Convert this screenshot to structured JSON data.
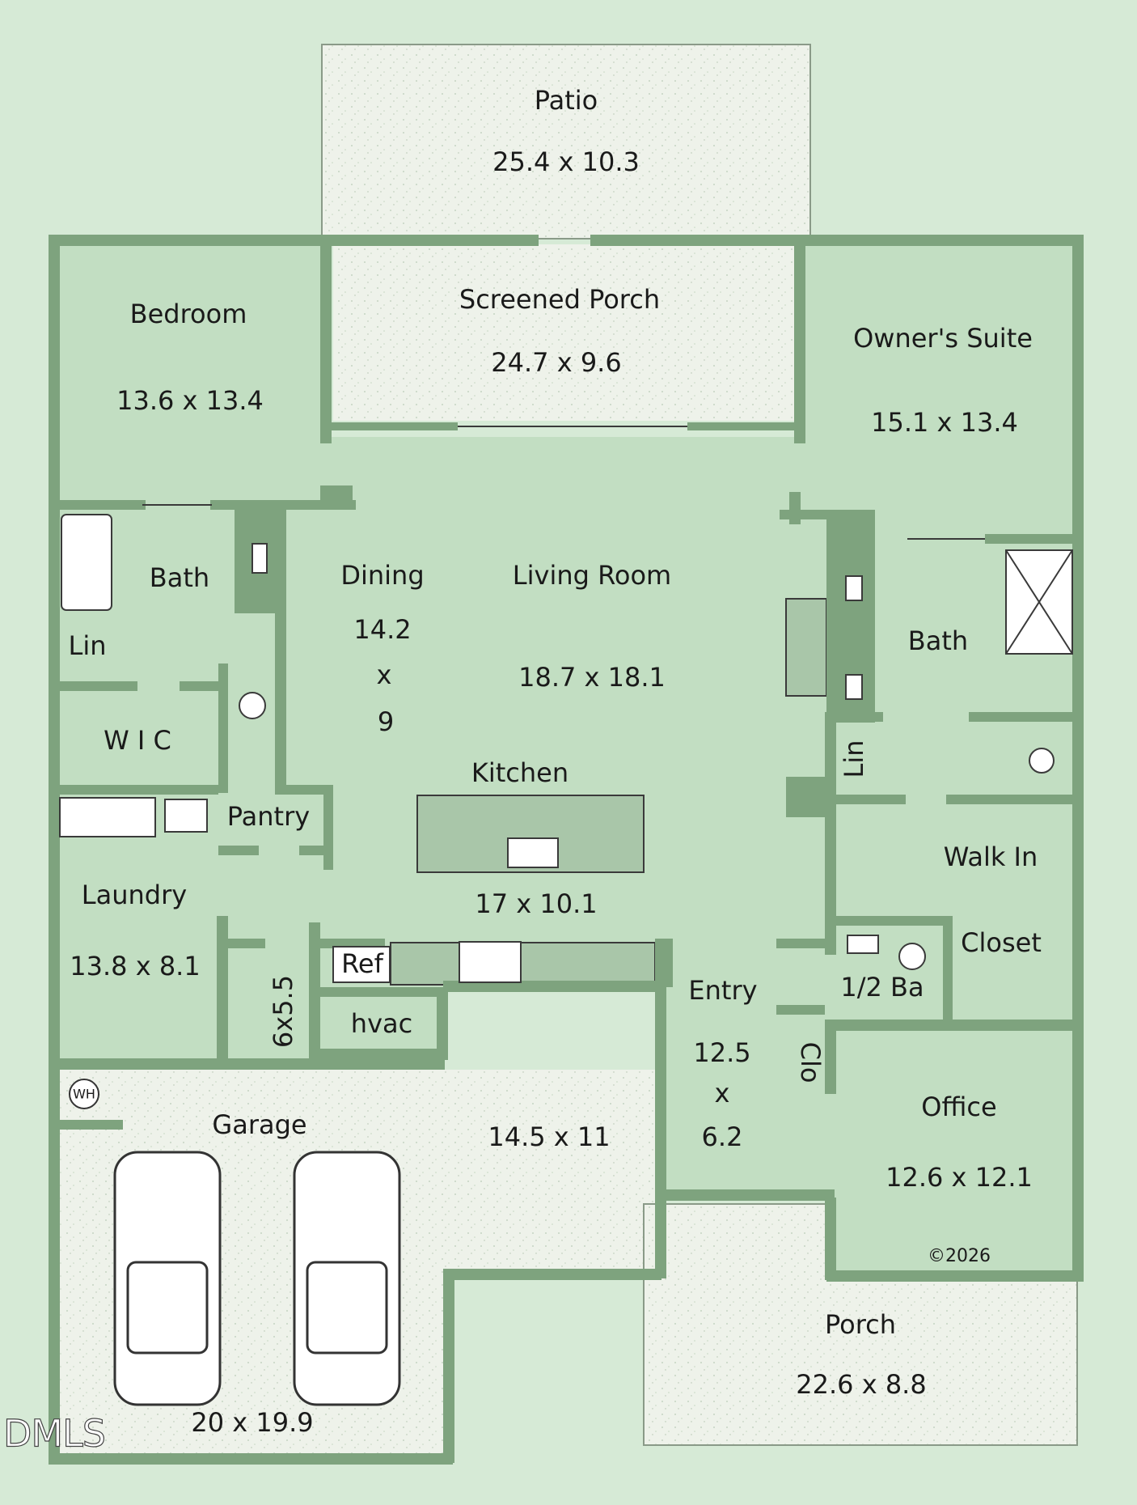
{
  "rooms": {
    "patio": {
      "name": "Patio",
      "dims": "25.4 x 10.3"
    },
    "screened_porch": {
      "name": "Screened Porch",
      "dims": "24.7 x 9.6"
    },
    "bedroom": {
      "name": "Bedroom",
      "dims": "13.6 x 13.4"
    },
    "owners_suite": {
      "name": "Owner's Suite",
      "dims": "15.1 x 13.4"
    },
    "bath_left": {
      "name": "Bath"
    },
    "lin_left": {
      "name": "Lin"
    },
    "wic": {
      "name": "W I C"
    },
    "dining": {
      "name": "Dining",
      "dims_w": "14.2",
      "dims_x": "x",
      "dims_h": "9"
    },
    "living_room": {
      "name": "Living Room",
      "dims": "18.7 x 18.1"
    },
    "bath_right": {
      "name": "Bath"
    },
    "lin_right": {
      "name": "Lin"
    },
    "kitchen": {
      "name": "Kitchen",
      "dims": "17 x 10.1"
    },
    "pantry": {
      "name": "Pantry"
    },
    "laundry": {
      "name": "Laundry",
      "dims": "13.8 x 8.1"
    },
    "walk_in_closet": {
      "name_1": "Walk In",
      "name_2": "Closet"
    },
    "half_bath": {
      "name": "1/2 Ba"
    },
    "ref": {
      "name": "Ref"
    },
    "hvac": {
      "name": "hvac"
    },
    "closet_65": {
      "dims": "6x5.5"
    },
    "entry": {
      "name": "Entry",
      "dims_w": "12.5",
      "dims_x": "x",
      "dims_h": "6.2"
    },
    "clo": {
      "name": "Clo"
    },
    "office": {
      "name": "Office",
      "dims": "12.6 x 12.1"
    },
    "garage": {
      "name": "Garage",
      "dims_a": "14.5 x 11",
      "dims_b": "20 x 19.9"
    },
    "porch": {
      "name": "Porch",
      "dims": "22.6 x 8.8"
    }
  },
  "water_heater": "WH",
  "copyright": "©2026",
  "watermark": "DMLS"
}
